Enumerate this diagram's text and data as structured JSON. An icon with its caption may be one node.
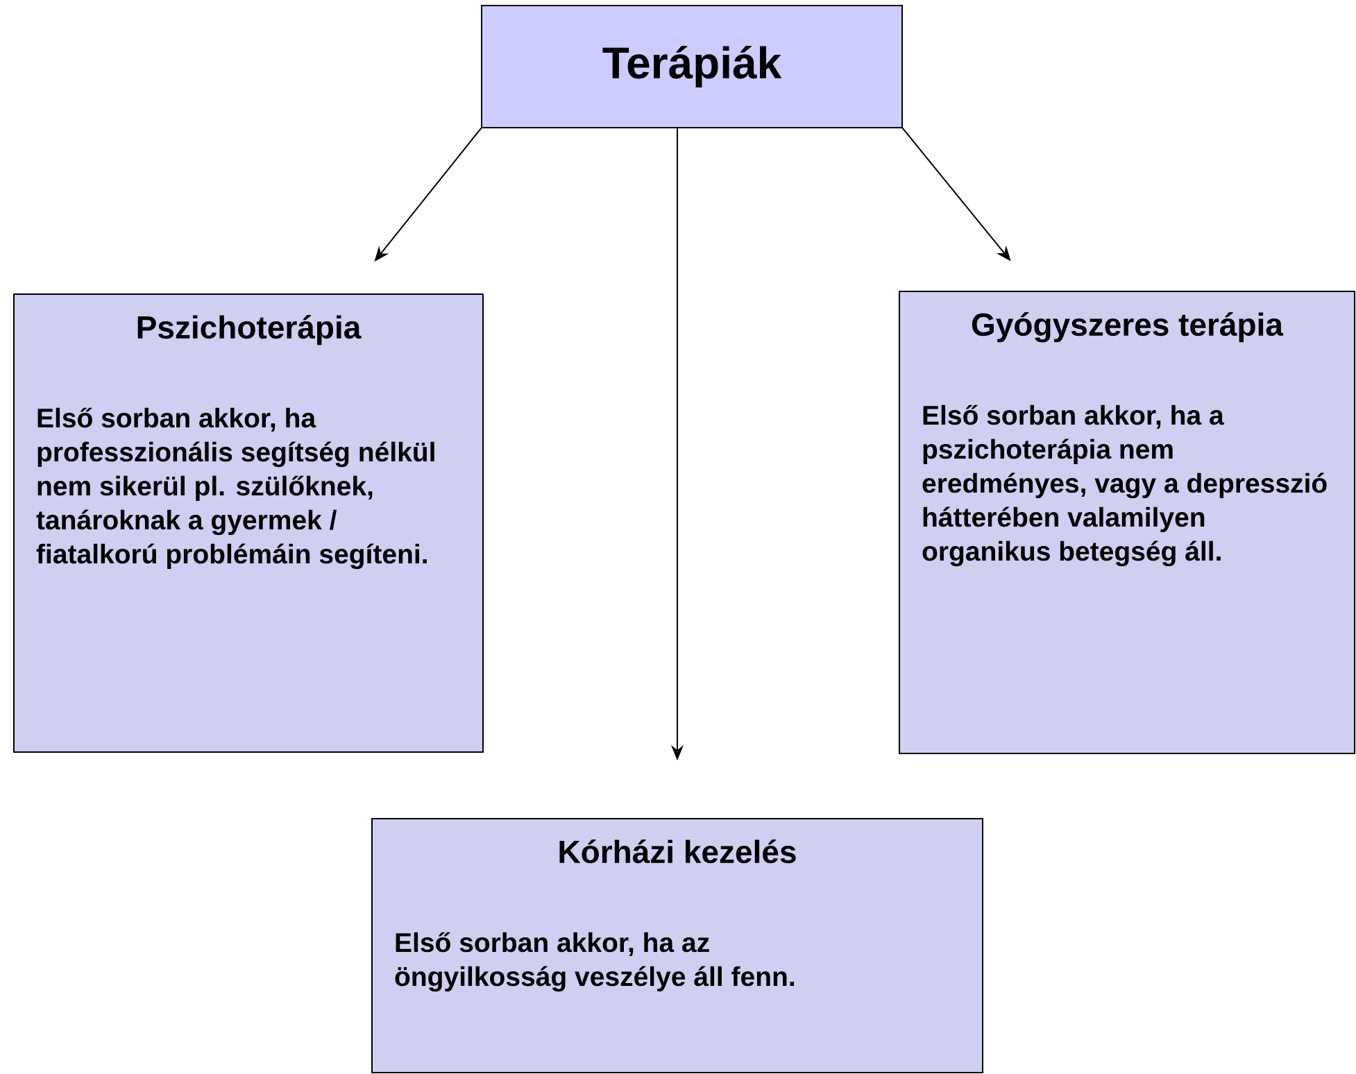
{
  "diagram": {
    "nodes": [
      {
        "text": [
          "Terápiák"
        ]
      },
      {
        "text": [
          "Pszichoterápia",
          "Első sorban akkor, ha professzionális segítség nélkül nem sikerül pl. szülőknek, tanároknak a gyermek / fiatalkorú problémáin segíteni."
        ]
      },
      {
        "text": [
          "Gyógyszeres terápia",
          "Első sorban akkor, ha a pszichoterápia nem eredményes, vagy a depresszió hátterében valamilyen organikus betegség áll."
        ]
      },
      {
        "text": [
          "Kórházi kezelés",
          "Első sorban akkor, ha az öngyilkosság veszélye áll fenn."
        ]
      }
    ],
    "edges": [
      {
        "from": 0,
        "to": 1,
        "arrow": "to"
      },
      {
        "from": 0,
        "to": 2,
        "arrow": "to"
      },
      {
        "from": 0,
        "to": 3,
        "arrow": "to"
      }
    ]
  }
}
